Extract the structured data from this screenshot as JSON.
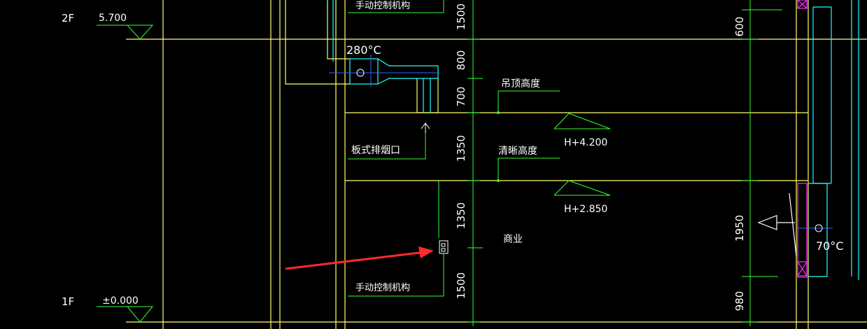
{
  "levels": {
    "upper": {
      "floor": "2F",
      "elevation": "5.700"
    },
    "lower": {
      "floor": "1F",
      "elevation": "±0.000"
    }
  },
  "heights": {
    "ceiling": {
      "label": "吊顶高度",
      "value": "H+4.200"
    },
    "clear": {
      "label": "清晰高度",
      "value": "H+2.850"
    }
  },
  "labels": {
    "manual_top": "手动控制机构",
    "manual_bottom": "手动控制机构",
    "smoke_outlet": "板式排烟口",
    "zone": "商业",
    "damper_280": "280°C",
    "damper_70": "70°C"
  },
  "dims_main": [
    "1500",
    "800",
    "700",
    "1350",
    "1350",
    "1500"
  ],
  "dims_right": [
    "600",
    "1950",
    "980"
  ],
  "colors": {
    "background": "#000000",
    "wall": "#ffff00",
    "dimension": "#00ff00",
    "duct": "#00ffff",
    "axis": "#0000ff",
    "fire_damper": "#ff00ff",
    "annotation_arrow": "#ff2a2a",
    "text": "#ffffff"
  }
}
